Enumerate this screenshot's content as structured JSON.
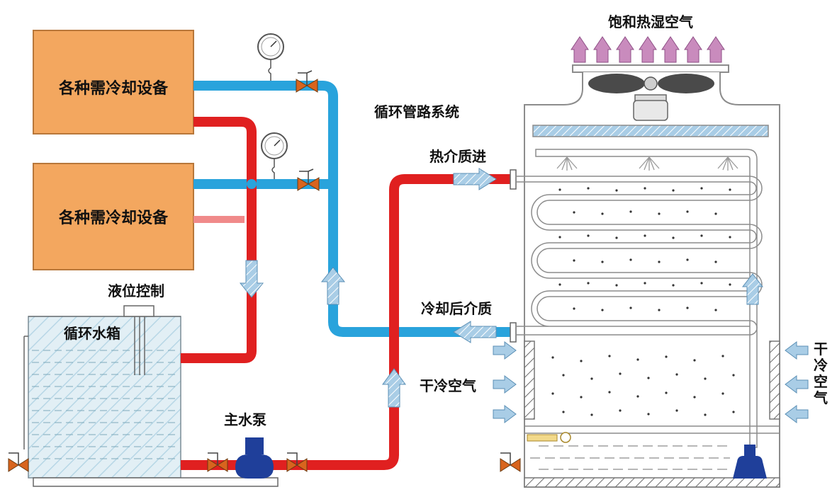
{
  "labels": {
    "equipment_1": "各种需冷却设备",
    "equipment_2": "各种需冷却设备",
    "level_control": "液位控制",
    "water_tank": "循环水箱",
    "main_pump": "主水泵",
    "pipe_system": "循环管路系统",
    "hot_medium_in": "热介质进",
    "cooled_medium": "冷却后介质",
    "dry_cold_air_left": "干冷空气",
    "dry_cold_air_right": "干冷空气",
    "saturated_air": "饱和热湿空气"
  },
  "colors": {
    "hot_pipe": "#e02020",
    "cold_pipe": "#29a3dc",
    "equipment_fill": "#f3a75f",
    "equipment_border": "#b8773a",
    "tank_water": "#d5eaf3",
    "tower_outline": "#8c8c8c",
    "arrow_fill": "#a9cde6",
    "exhaust_arrow": "#c98bbd",
    "valve": "#d8641e",
    "pump": "#1f3f9a",
    "fan": "#4a4a4a"
  }
}
